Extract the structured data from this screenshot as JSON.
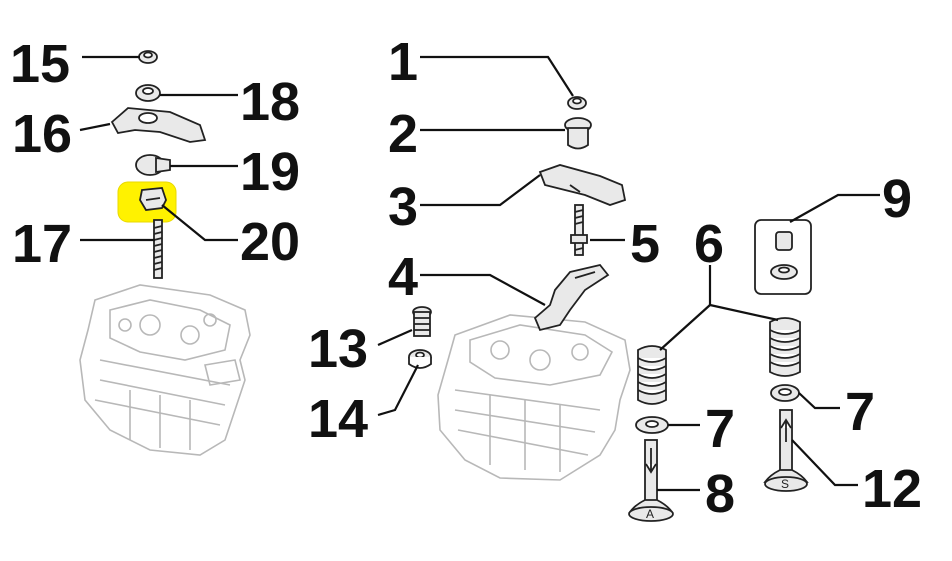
{
  "callouts": {
    "c1": "1",
    "c2": "2",
    "c3": "3",
    "c4": "4",
    "c5": "5",
    "c6": "6",
    "c7a": "7",
    "c7b": "7",
    "c8": "8",
    "c9": "9",
    "c12": "12",
    "c13": "13",
    "c14": "14",
    "c15": "15",
    "c16": "16",
    "c17": "17",
    "c18": "18",
    "c19": "19",
    "c20": "20"
  },
  "valve_marks": {
    "intake": "A",
    "exhaust": "S"
  },
  "highlight_color": "#fff200"
}
